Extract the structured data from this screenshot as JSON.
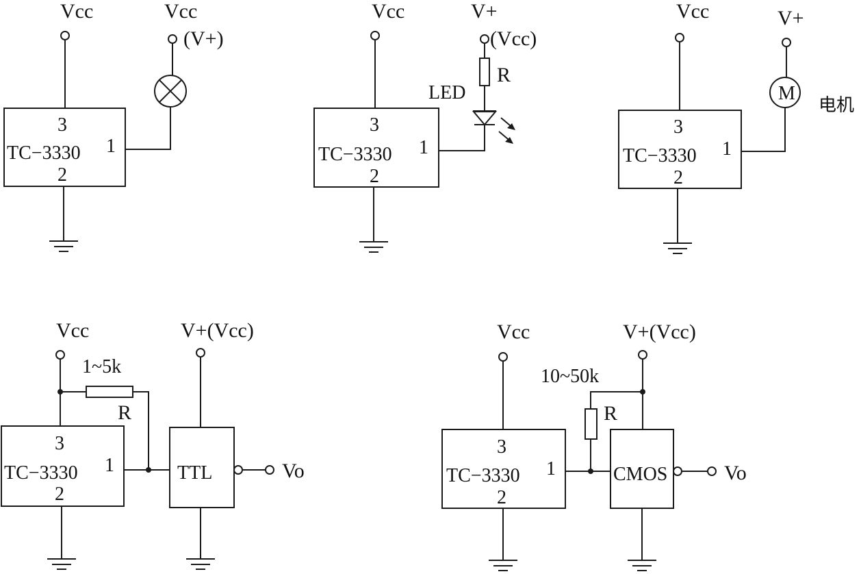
{
  "circuits": [
    {
      "id": "lamp",
      "chip_label": "TC−3330",
      "pin_top": "3",
      "pin_bottom": "2",
      "pin_out": "1",
      "supply_left": "Vcc",
      "supply_right": "Vcc",
      "supply_right_alt": "(V+)",
      "load": "lamp-icon"
    },
    {
      "id": "led",
      "chip_label": "TC−3330",
      "pin_top": "3",
      "pin_bottom": "2",
      "pin_out": "1",
      "supply_left": "Vcc",
      "supply_right": "V+",
      "supply_right_alt": "(Vcc)",
      "resistor_label": "R",
      "load_label": "LED",
      "load": "led-icon"
    },
    {
      "id": "motor",
      "chip_label": "TC−3330",
      "pin_top": "3",
      "pin_bottom": "2",
      "pin_out": "1",
      "supply_left": "Vcc",
      "supply_right": "V+",
      "motor_symbol": "M",
      "load_label": "电机",
      "load": "motor-icon"
    },
    {
      "id": "ttl",
      "chip_label": "TC−3330",
      "pin_top": "3",
      "pin_bottom": "2",
      "pin_out": "1",
      "supply_left": "Vcc",
      "supply_right": "V+(Vcc)",
      "resistor_value": "1~5k",
      "resistor_label": "R",
      "gate_label": "TTL",
      "output_label": "Vo"
    },
    {
      "id": "cmos",
      "chip_label": "TC−3330",
      "pin_top": "3",
      "pin_bottom": "2",
      "pin_out": "1",
      "supply_left": "Vcc",
      "supply_right": "V+(Vcc)",
      "resistor_value": "10~50k",
      "resistor_label": "R",
      "gate_label": "CMOS",
      "output_label": "Vo"
    }
  ]
}
